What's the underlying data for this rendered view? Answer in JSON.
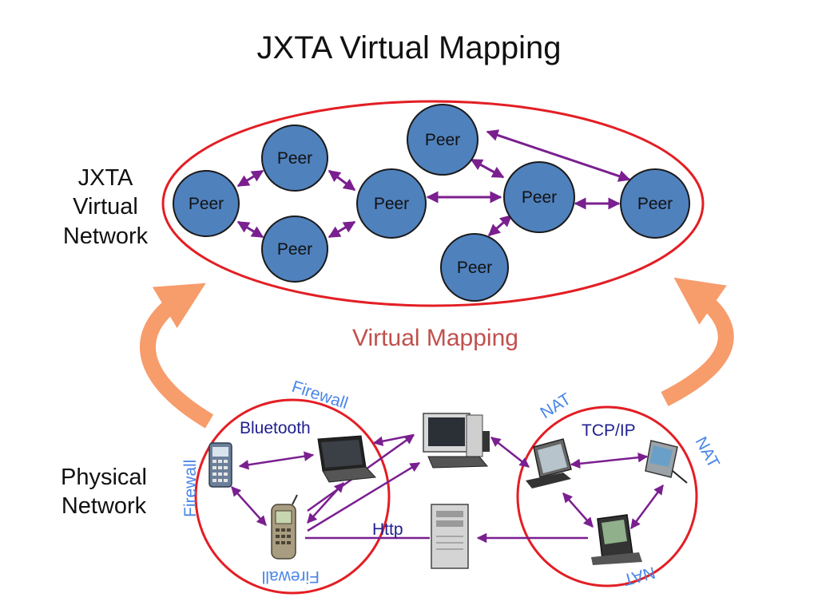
{
  "title": "JXTA Virtual Mapping",
  "labels": {
    "virtual_network": [
      "JXTA",
      "Virtual",
      "Network"
    ],
    "physical_network": [
      "Physical",
      "Network"
    ],
    "virtual_mapping": "Virtual Mapping"
  },
  "peers": [
    "Peer",
    "Peer",
    "Peer",
    "Peer",
    "Peer",
    "Peer",
    "Peer",
    "Peer"
  ],
  "network_labels": {
    "bluetooth": "Bluetooth",
    "tcpip": "TCP/IP",
    "http": "Http"
  },
  "barrier_labels": {
    "firewall_top": "Firewall",
    "firewall_left": "Firewall",
    "firewall_bottom": "Firewall",
    "nat_top": "NAT",
    "nat_right": "NAT",
    "nat_bottom": "NAT"
  },
  "devices": [
    "calculator-icon",
    "laptop-icon",
    "mobile-phone-icon",
    "desktop-computer-icon",
    "server-tower-icon",
    "tablet-pc-icon",
    "pda-icon",
    "palm-device-icon"
  ],
  "colors": {
    "ellipse": "#e31e24",
    "peer_fill": "#4f81bd",
    "peer_stroke": "#1a1a1a",
    "link": "#7a1f8f",
    "mapping_arrow": "#f79c6b",
    "mapping_text": "#c0504d",
    "barrier_text": "#4a86e8",
    "network_text": "#1f1f8f"
  }
}
